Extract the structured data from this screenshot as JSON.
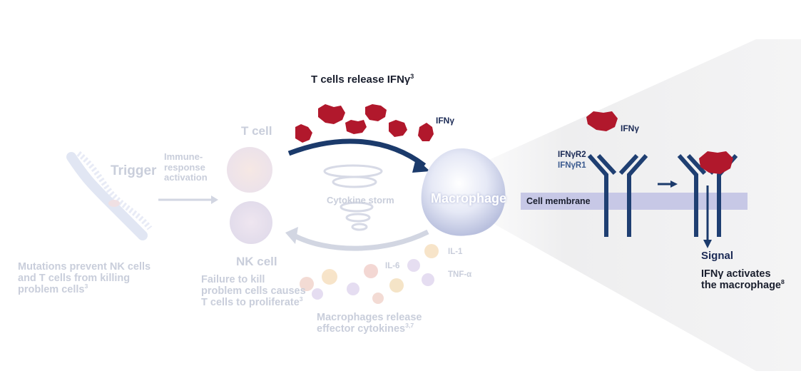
{
  "title": {
    "text": "T cells release IFNγ",
    "ref": "3"
  },
  "left": {
    "trigger": "Trigger",
    "activation_1": "Immune-",
    "activation_2": "response",
    "activation_3": "activation",
    "mutations_1": "Mutations prevent NK cells",
    "mutations_2": "and T cells from killing",
    "mutations_3": "problem cells",
    "mutations_ref": "3"
  },
  "center": {
    "tcell": "T cell",
    "nkcell": "NK cell",
    "failure_1": "Failure to kill",
    "failure_2": "problem cells causes",
    "failure_3": "T cells to proliferate",
    "failure_ref": "3",
    "storm": "Cytokine storm",
    "macrophage": "Macrophage",
    "ifn_label": "IFNγ",
    "il6": "IL-6",
    "il1": "IL-1",
    "tnf": "TNF-α",
    "release_1": "Macrophages release",
    "release_2": "effector cytokines",
    "release_ref": "3,7"
  },
  "right": {
    "ifn_label": "IFNγ",
    "r2": "IFNγR2",
    "r1": "IFNγR1",
    "membrane": "Cell membrane",
    "signal": "Signal",
    "activates_1": "IFNγ activates",
    "activates_2": "the macrophage",
    "activates_ref": "8"
  },
  "colors": {
    "navy": "#1b3a6b",
    "receptor": "#1f3f72",
    "membrane": "#c7c8e6",
    "ifn_red": "#b1182c",
    "faded": "#c9cedb"
  }
}
